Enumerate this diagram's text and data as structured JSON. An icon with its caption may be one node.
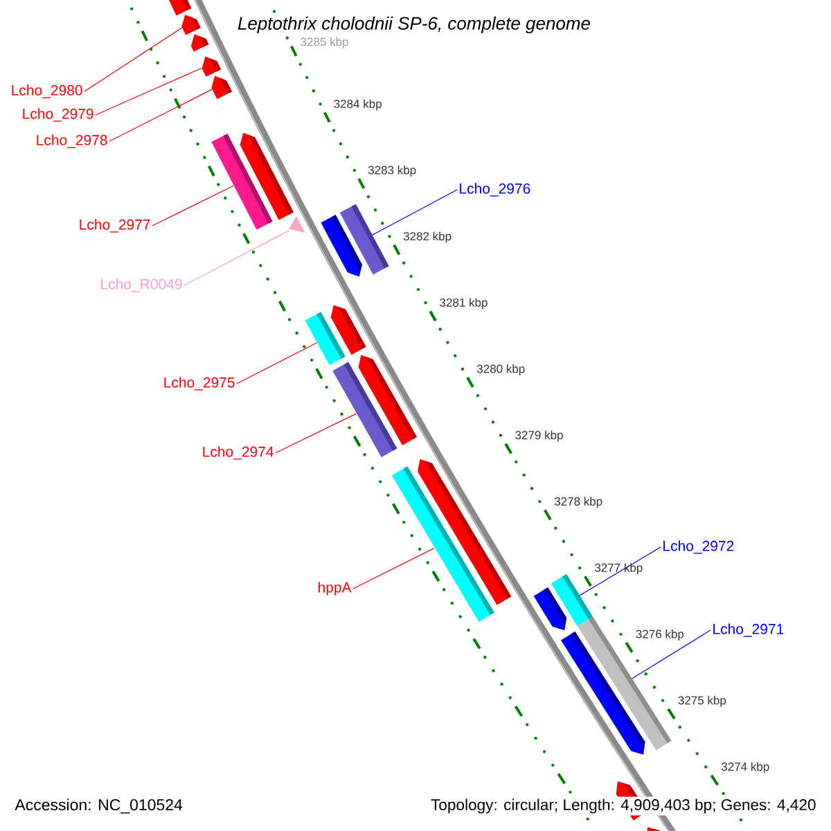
{
  "diagram": {
    "title": "Leptothrix cholodnii SP-6, complete genome",
    "nodes": [
      {
        "text": [
          "Lcho_2980"
        ]
      },
      {
        "text": [
          "Lcho_2979"
        ]
      },
      {
        "text": [
          "Lcho_2978"
        ]
      },
      {
        "text": [
          "Lcho_2976"
        ]
      },
      {
        "text": [
          "Lcho_2977"
        ]
      },
      {
        "text": [
          "Lcho_R0049"
        ]
      },
      {
        "text": [
          "Lcho_2975"
        ]
      },
      {
        "text": [
          "Lcho_2974"
        ]
      },
      {
        "text": [
          "Lcho_2972"
        ]
      },
      {
        "text": [
          "hppA"
        ]
      },
      {
        "text": [
          "Lcho_2971"
        ]
      },
      {
        "text": [],
        "shape": "bar"
      },
      {
        "text": [],
        "shape": "bar"
      },
      {
        "text": [],
        "shape": "bar"
      },
      {
        "text": [],
        "shape": "bar"
      },
      {
        "text": [],
        "shape": "bar"
      },
      {
        "text": [],
        "shape": "bar"
      },
      {
        "text": [],
        "shape": "bar"
      },
      {
        "text": [],
        "shape": "triangle"
      },
      {
        "text": [],
        "shape": "bar"
      },
      {
        "text": [],
        "shape": "bar"
      },
      {
        "text": [],
        "shape": "bar"
      },
      {
        "text": [],
        "shape": "bar"
      },
      {
        "text": [],
        "shape": "bar"
      },
      {
        "text": [],
        "shape": "bar"
      },
      {
        "text": [],
        "shape": "bar"
      },
      {
        "text": [],
        "shape": "bar"
      },
      {
        "text": [],
        "shape": "bar"
      },
      {
        "text": [],
        "shape": "bar"
      },
      {
        "text": [],
        "shape": "bar"
      },
      {
        "text": [],
        "shape": "bar"
      },
      {
        "text": [],
        "shape": "bar"
      },
      {
        "text": [],
        "shape": "bar"
      }
    ],
    "edges": [
      {
        "from": 0,
        "to": 12,
        "arrow": "none"
      },
      {
        "from": 1,
        "to": 14,
        "arrow": "none"
      },
      {
        "from": 2,
        "to": 15,
        "arrow": "none"
      },
      {
        "from": 3,
        "to": 20,
        "arrow": "none",
        "color": "#0000ff"
      },
      {
        "from": 4,
        "to": 16,
        "arrow": "none"
      },
      {
        "from": 5,
        "to": 18,
        "arrow": "none",
        "color": "#ff99cc"
      },
      {
        "from": 6,
        "to": 21,
        "arrow": "none"
      },
      {
        "from": 7,
        "to": 23,
        "arrow": "none"
      },
      {
        "from": 8,
        "to": 27,
        "arrow": "none",
        "color": "#0000ff"
      },
      {
        "from": 9,
        "to": 25,
        "arrow": "none"
      },
      {
        "from": 10,
        "to": 29,
        "arrow": "none",
        "color": "#0000ff"
      }
    ],
    "labels": [
      "3285 kbp",
      "3284 kbp",
      "3283 kbp",
      "3282 kbp",
      "3281 kbp",
      "3280 kbp",
      "3279 kbp",
      "3278 kbp",
      "3277 kbp",
      "3276 kbp",
      "3275 kbp",
      "3274 kbp",
      "Accession: NC_010524",
      "Topology: circular; Length: 4,909,403 bp; Genes: 4,420"
    ]
  }
}
